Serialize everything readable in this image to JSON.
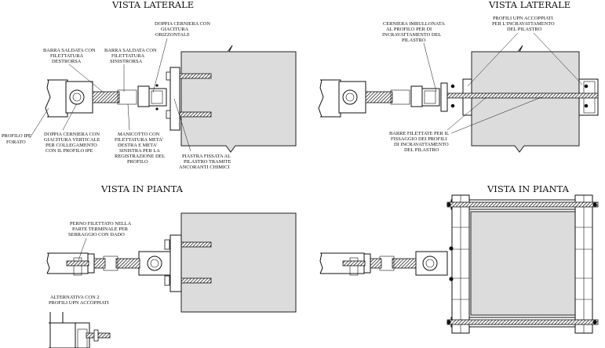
{
  "titles": {
    "side_left": "VISTA LATERALE",
    "side_right": "VISTA LATERALE",
    "plan_left": "VISTA  IN PIANTA",
    "plan_right": "VISTA  IN PIANTA"
  },
  "labels": {
    "doppia_cerniera_orizzontale": [
      "DOPPIA CERNIERA CON",
      "GIACITURA",
      "ORIZZONTALE"
    ],
    "barra_destrorsa": [
      "BARRA SALDATA CON",
      "FILETTATURA",
      "DESTRORSA"
    ],
    "barra_sinistrorsa": [
      "BARRA SALDATA CON",
      "FILETTATURA",
      "SINISTRORSA"
    ],
    "profilo_ipe": [
      "PROFILO IPE",
      "FORATO"
    ],
    "doppia_cerniera_verticale": [
      "DOPPIA CERNIERA CON",
      "GIACITURA VERTICALE",
      "PER COLLEGAMENTO",
      "CON IL PROFILO IPE"
    ],
    "manicotto": [
      "MANICOTTO CON",
      "FILETTATURA META'",
      "DESTRA E META'",
      "SINISTRA PER LA",
      "REGISTRAZIONE DEL",
      "PROFILO"
    ],
    "piastra": [
      "PIASTRA FISSATA AL",
      "PILASTRO TRAMITE",
      "ANCORANTI CHIMICI"
    ],
    "cerniera_imbullonata": [
      "CERNIERA IMBULLONATA",
      "AL PROFILO PER DI",
      "INCRAVATTAMENTO DEL",
      "PILASTRO"
    ],
    "profili_upn": [
      "PROFILI UPN ACCOPPIATI",
      "PER L'INCRAVATTAMENTO",
      "DEL PILASTRO"
    ],
    "barre_filettate": [
      "BARRE FILETTATE PER IL",
      "FISSAGGIO DEI PROFILI",
      "DI INCRAVATTAMENTO",
      "DEL PILASTRO"
    ],
    "perno_filettato": [
      "PERNO FILETTATO NELLA",
      "PARTE TERMINALE PER",
      "SERRAGGIO CON DADO"
    ],
    "alternativa": [
      "ALTERNATIVA CON 2",
      "PROFILI UPN ACCOPPIATI"
    ]
  }
}
